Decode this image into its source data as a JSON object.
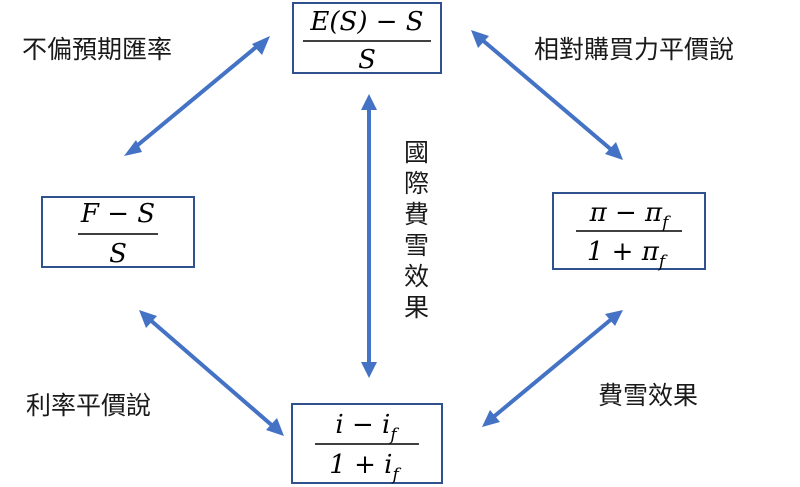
{
  "theme": {
    "arrow_color": "#4472C4",
    "box_border_color": "#2F528F"
  },
  "nodes": {
    "expected_change": {
      "numerator": "E(S) − S",
      "denominator": "S"
    },
    "forward_premium": {
      "numerator": "F − S",
      "denominator": "S"
    },
    "inflation_diff": {
      "numerator": "π − π",
      "numerator_sub": "f",
      "denominator": "1 + π",
      "denominator_sub": "f"
    },
    "interest_diff": {
      "numerator": "i − i",
      "numerator_sub": "f",
      "denominator": "1 + i",
      "denominator_sub": "f"
    }
  },
  "relations": {
    "unbiased_forward": "不偏預期匯率",
    "relative_ppp": "相對購買力平價說",
    "interest_parity": "利率平價說",
    "fisher_effect": "費雪效果",
    "international_fisher": [
      "國",
      "際",
      "費",
      "雪",
      "效",
      "果"
    ]
  }
}
